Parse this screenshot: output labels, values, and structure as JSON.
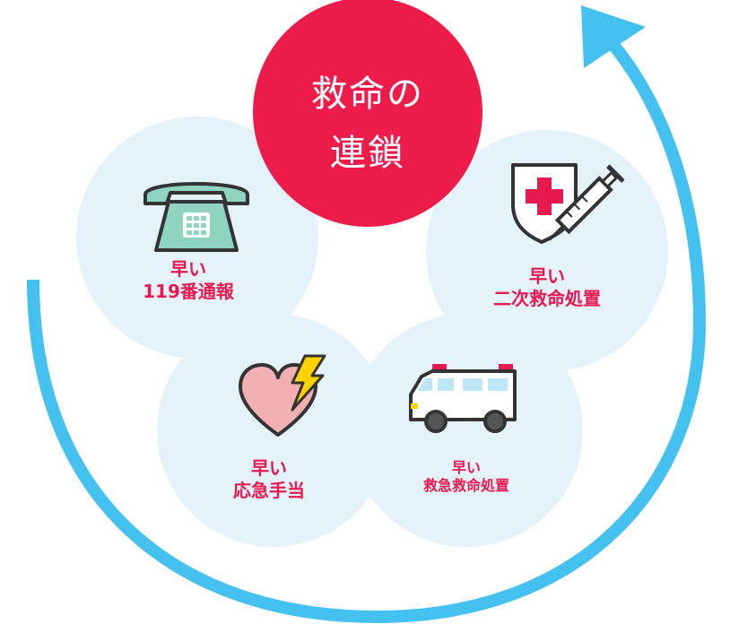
{
  "center": {
    "line1": "救命の",
    "line2": "連鎖"
  },
  "steps": [
    {
      "id": "call",
      "line1": "早い",
      "line2": "119番通報",
      "icon": "telephone-icon"
    },
    {
      "id": "first-aid",
      "line1": "早い",
      "line2": "応急手当",
      "icon": "heart-lightning-icon"
    },
    {
      "id": "emergency",
      "line1": "早い",
      "line2": "救急救命処置",
      "icon": "ambulance-icon"
    },
    {
      "id": "secondary",
      "line1": "早い",
      "line2": "二次救命処置",
      "icon": "medical-syringe-icon"
    }
  ],
  "colors": {
    "center_red": "#ee1c4a",
    "label_red": "#e8194e",
    "circle_bg": "#e4f2fa",
    "arrow_blue": "#45c1ef",
    "icon_teal": "#8fd4c0"
  }
}
